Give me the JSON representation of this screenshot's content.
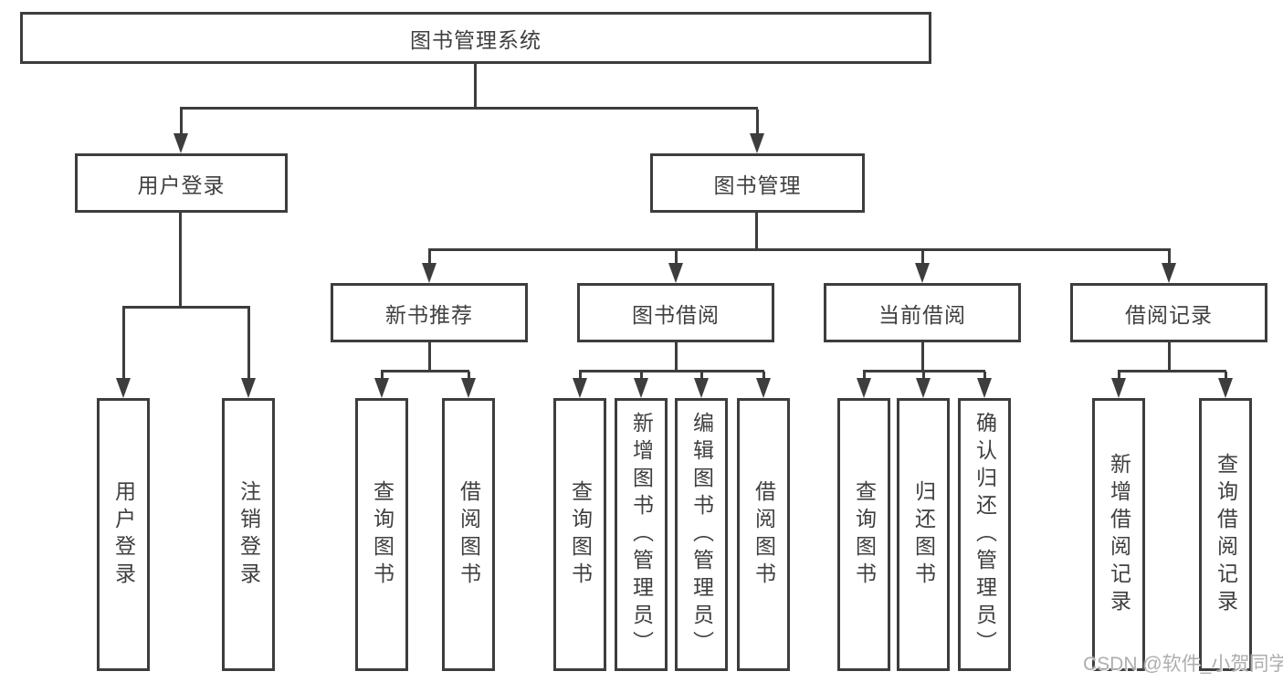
{
  "colors": {
    "line": "#3d3d3d",
    "text": "#3f3f3f",
    "background": "#ffffff",
    "watermark": "#aeaeae"
  },
  "watermark": {
    "text": "CSDN @软件_小贺同学"
  },
  "tree": {
    "label": "图书管理系统",
    "children": [
      {
        "label": "用户登录",
        "children": [
          {
            "label": "用户登录"
          },
          {
            "label": "注销登录"
          }
        ]
      },
      {
        "label": "图书管理",
        "children": [
          {
            "label": "新书推荐",
            "children": [
              {
                "label": "查询图书"
              },
              {
                "label": "借阅图书"
              }
            ]
          },
          {
            "label": "图书借阅",
            "children": [
              {
                "label": "查询图书"
              },
              {
                "label": "新增图书（管理员）"
              },
              {
                "label": "编辑图书（管理员）"
              },
              {
                "label": "借阅图书"
              }
            ]
          },
          {
            "label": "当前借阅",
            "children": [
              {
                "label": "查询图书"
              },
              {
                "label": "归还图书"
              },
              {
                "label": "确认归还（管理员）"
              }
            ]
          },
          {
            "label": "借阅记录",
            "children": [
              {
                "label": "新增借阅记录"
              },
              {
                "label": "查询借阅记录"
              }
            ]
          }
        ]
      }
    ]
  }
}
